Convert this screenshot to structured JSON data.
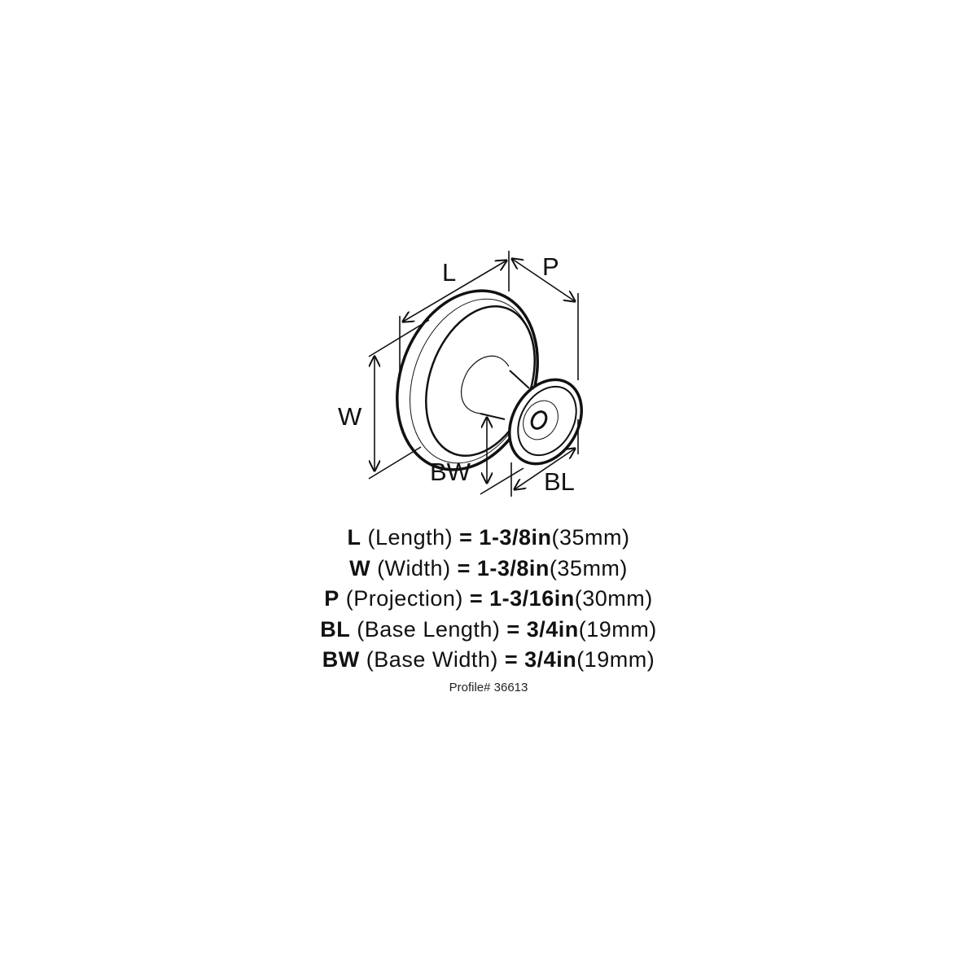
{
  "diagram": {
    "labels": {
      "L": "L",
      "P": "P",
      "W": "W",
      "BW": "BW",
      "BL": "BL"
    }
  },
  "specs": [
    {
      "code": "L",
      "name": "(Length)",
      "eq": "=",
      "inches": "1-3/8in",
      "mm": "(35mm)"
    },
    {
      "code": "W",
      "name": "(Width)",
      "eq": "=",
      "inches": "1-3/8in",
      "mm": "(35mm)"
    },
    {
      "code": "P",
      "name": "(Projection)",
      "eq": "=",
      "inches": "1-3/16in",
      "mm": "(30mm)"
    },
    {
      "code": "BL",
      "name": "(Base Length)",
      "eq": "=",
      "inches": "3/4in",
      "mm": "(19mm)"
    },
    {
      "code": "BW",
      "name": "(Base Width)",
      "eq": "=",
      "inches": "3/4in",
      "mm": "(19mm)"
    }
  ],
  "profile": "Profile# 36613"
}
